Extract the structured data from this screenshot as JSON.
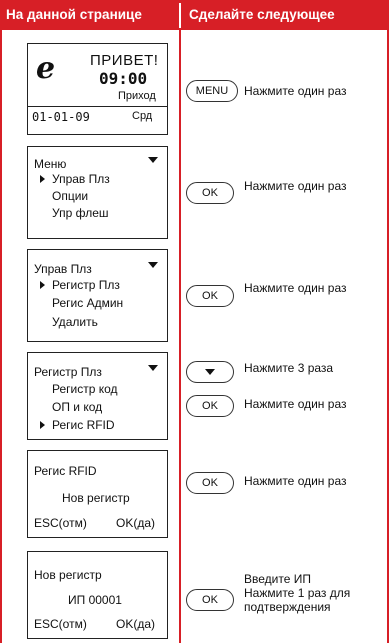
{
  "header": {
    "col1": "На данной странице",
    "col2": "Сделайте следующее"
  },
  "step1": {
    "screen": {
      "greeting": "ПРИВЕТ!",
      "time": "09:00",
      "status": "Приход",
      "date": "01-01-09",
      "day": "Срд"
    },
    "button": "MENU",
    "instruction": "Нажмите один раз"
  },
  "step2": {
    "screen": {
      "title": "Меню",
      "items": [
        "Управ Плз",
        "Опции",
        "Упр флеш"
      ]
    },
    "button": "OK",
    "instruction": "Нажмите один раз"
  },
  "step3": {
    "screen": {
      "title": "Управ Плз",
      "items": [
        "Регистр Плз",
        "Регис Админ",
        "Удалить"
      ]
    },
    "button": "OK",
    "instruction": "Нажмите один раз"
  },
  "step4": {
    "screen": {
      "title": "Регистр Плз",
      "items": [
        "Регистр код",
        "ОП и код",
        "Регис RFID"
      ]
    },
    "down_instruction": "Нажмите 3 раза",
    "button": "OK",
    "instruction": "Нажмите один раз"
  },
  "step5": {
    "screen": {
      "title": "Регис RFID",
      "body": "Нов регистр",
      "esc": "ESC(отм)",
      "ok": "OK(да)"
    },
    "button": "OK",
    "instruction": "Нажмите один раз"
  },
  "step6": {
    "screen": {
      "title": "Нов регистр",
      "body": "ИП 00001",
      "esc": "ESC(отм)",
      "ok": "OK(да)"
    },
    "button": "OK",
    "instruction_lines": [
      "Введите ИП",
      "Нажмите 1 раз для",
      "подтверждения"
    ]
  },
  "colors": {
    "accent": "#d71f26"
  }
}
